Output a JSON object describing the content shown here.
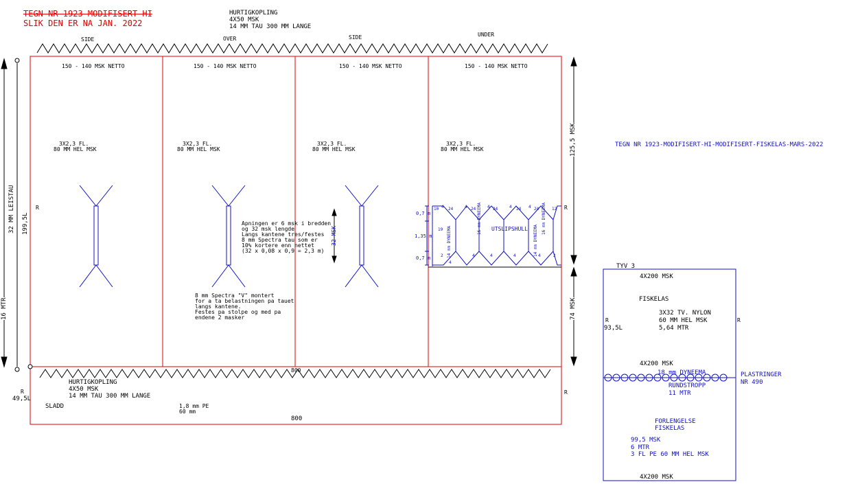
{
  "header": {
    "title_struck": "TEGN NR 1923-MODIFISERT-HI",
    "subtitle": "SLIK DEN ER NA JAN. 2022",
    "top_coupling": [
      "HURTIGKOPLING",
      "4X50 MSK",
      "14 MM TAU 300 MM LANGE"
    ]
  },
  "panels": [
    {
      "side": "SIDE",
      "mesh": "150 - 140 MSK NETTO",
      "twine": [
        "3X2,3 FL.",
        "80 MM HEL MSK"
      ]
    },
    {
      "side": "OVER",
      "mesh": "150 - 140 MSK NETTO",
      "twine": [
        "3X2,3 FL.",
        "80 MM HEL MSK"
      ]
    },
    {
      "side": "SIDE",
      "mesh": "150 - 140 MSK NETTO",
      "twine": [
        "3X2,3 FL.",
        "80 MM HEL MSK"
      ]
    },
    {
      "side": "UNDER",
      "mesh": "150 - 140 MSK NETTO",
      "twine": [
        "3X2,3 FL.",
        "80 MM HEL MSK"
      ]
    }
  ],
  "drawing_title": "TEGN NR 1923-MODIFISERT-HI-MODIFISERT-FISKELAS-MARS-2022",
  "left_dims": {
    "leistau": "32 MM LEISTAU",
    "length": "199,5L",
    "mtr": "16 MTR",
    "r": "R"
  },
  "right_dims": {
    "upper": "125,5 MSK",
    "lower": "74 MSK",
    "r": "R"
  },
  "notes": {
    "opening": [
      "Apningen er 6 msk i bredden",
      "og 32 msk lengde",
      "Langs kantene tres/festes",
      "8 mm Spectra tau som er",
      "10% kortere enn nettet",
      "(32 x 0,08 x 0,9 = 2,3 m)"
    ],
    "opening_dim": "32 MSK",
    "vshape": [
      "8 mm Spectra \"V\" montert",
      "for a ta belastningen pa tauet",
      "langs kantene.",
      "Festes pa stolpe og med pa",
      "endene 2 masker"
    ]
  },
  "escape": {
    "label": "UTSLIPSHULL",
    "dims": [
      "0,7 m",
      "1,35 m",
      "0,7 m"
    ],
    "counts": [
      "10",
      "4",
      "24",
      "4",
      "24",
      "4",
      "24",
      "4",
      "24",
      "4",
      "24",
      "12"
    ],
    "side_numbers": [
      "19"
    ],
    "dyneema": [
      "14 mm DYNEEMA",
      "16 mm DYNEEMA",
      "14 mm DYNEEMA",
      "16 mm DYNEEMA"
    ],
    "bottom_counts": [
      "2",
      "4",
      "4",
      "4",
      "4",
      "4",
      "2"
    ]
  },
  "bottom": {
    "width_mid": "800",
    "width_bottom": "800",
    "coupling": [
      "HURTIGKOPLING",
      "4X50 MSK",
      "14 MM TAU 300 MM LANGE"
    ],
    "r_left": "R",
    "length": "49,5L",
    "sladd": "SLADD",
    "pe": [
      "1,8 mm PE",
      "60 mm"
    ],
    "r_right": "R"
  },
  "codend": {
    "tyv": "TYV 3",
    "top_width": "4X200 MSK",
    "name": "FISKELAS",
    "spec": [
      "3X32 TV. NYLON",
      "60 MM HEL MSK",
      "5,64 MTR"
    ],
    "r_left": "R",
    "length": "93,5L",
    "r_right": "R",
    "mid_width": "4X200 MSK",
    "rope": "18 mm DYNEEMA",
    "strap": [
      "RUNDSTROPP",
      "11 MTR"
    ],
    "rings": [
      "PLASTRINGER",
      "NR 490"
    ],
    "extension": [
      "FORLENGELSE",
      "FISKELAS"
    ],
    "ext_spec": [
      "99,5 MSK",
      "6 MTR",
      "3 FL PE 60 MM HEL MSK"
    ],
    "bottom_width": "4X200 MSK"
  },
  "colors": {
    "red": "#e00000",
    "blue": "#1010c8",
    "black": "#000000"
  }
}
